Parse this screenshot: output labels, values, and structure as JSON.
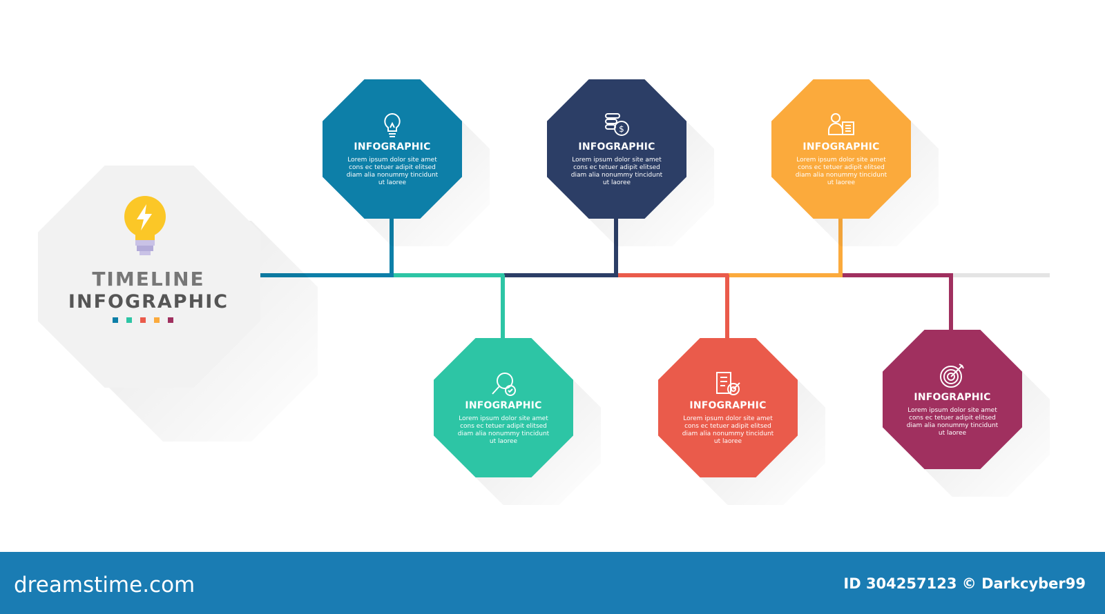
{
  "hub": {
    "title_line1": "TIMELINE",
    "title_line2": "INFOGRAPHIC",
    "icon": "lightbulb-bolt-icon"
  },
  "palette": {
    "blue": "#0d7fa8",
    "green": "#2dc5a5",
    "navy": "#2c3e66",
    "red": "#ea5b4b",
    "orange": "#fbaa3c",
    "purple": "#a0305f",
    "track_gray": "#e4e4e4"
  },
  "legend_dots": [
    "#0d7fa8",
    "#2dc5a5",
    "#ea5b4b",
    "#fbaa3c",
    "#a0305f"
  ],
  "steps": [
    {
      "title": "INFOGRAPHIC",
      "body": "Lorem ipsum dolor site amet cons ec tetuer adipit elitsed diam alia nonummy tincidunt ut laoree",
      "icon": "lightbulb-icon",
      "color": "#0d7fa8"
    },
    {
      "title": "INFOGRAPHIC",
      "body": "Lorem ipsum dolor site amet cons ec tetuer adipit elitsed diam alia nonummy tincidunt ut laoree",
      "icon": "magnifier-check-icon",
      "color": "#2dc5a5"
    },
    {
      "title": "INFOGRAPHIC",
      "body": "Lorem ipsum dolor site amet cons ec tetuer adipit elitsed diam alia nonummy tincidunt ut laoree",
      "icon": "coins-dollar-icon",
      "color": "#2c3e66"
    },
    {
      "title": "INFOGRAPHIC",
      "body": "Lorem ipsum dolor site amet cons ec tetuer adipit elitsed diam alia nonummy tincidunt ut laoree",
      "icon": "checklist-target-icon",
      "color": "#ea5b4b"
    },
    {
      "title": "INFOGRAPHIC",
      "body": "Lorem ipsum dolor site amet cons ec tetuer adipit elitsed diam alia nonummy tincidunt ut laoree",
      "icon": "person-list-icon",
      "color": "#fbaa3c"
    },
    {
      "title": "INFOGRAPHIC",
      "body": "Lorem ipsum dolor site amet cons ec tetuer adipit elitsed diam alia nonummy tincidunt ut laoree",
      "icon": "target-arrow-icon",
      "color": "#a0305f"
    }
  ],
  "footer": {
    "logo_text": "dreamstime.com",
    "id_text": "ID 304257123 © Darkcyber99"
  }
}
